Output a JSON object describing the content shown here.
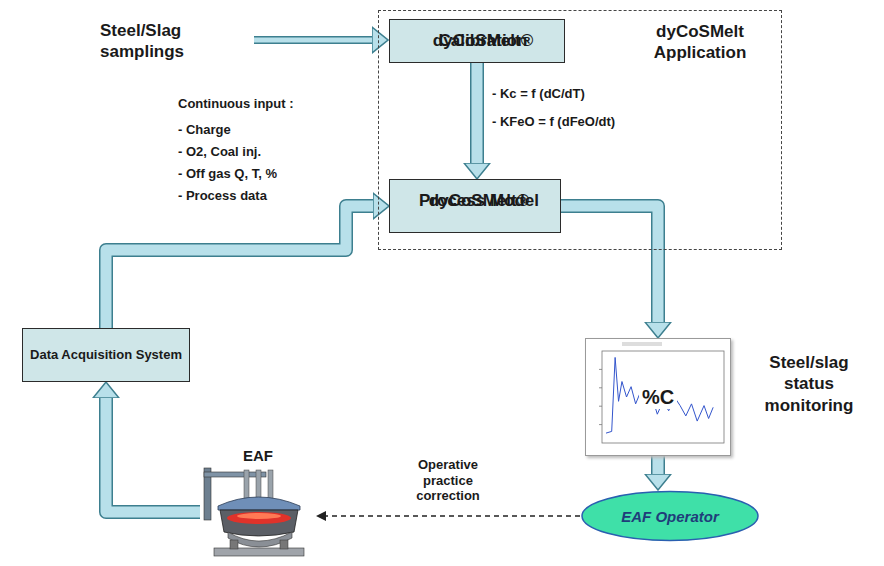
{
  "diagram": {
    "nodes": [
      {
        "text": [
          "dyCoSMelt Application"
        ]
      },
      {
        "text": [
          "dyCoSMelt®",
          "Calibration"
        ],
        "in": 0
      },
      {
        "text": [
          "dyCoSMelt®",
          "Process Model"
        ],
        "in": 0
      },
      {
        "text": [
          "%C"
        ]
      },
      {
        "text": [
          "Data Acquisition System"
        ]
      },
      {
        "text": [
          "EAF Operator"
        ]
      },
      {
        "text": [
          "EAF"
        ]
      }
    ],
    "edges": [
      {
        "from": 1,
        "to": 2,
        "arrow": "to"
      },
      {
        "from": 2,
        "to": 3,
        "arrow": "to"
      },
      {
        "from": 3,
        "to": 5,
        "arrow": "to"
      },
      {
        "from": 5,
        "to": 6,
        "label": "Operative practice correction",
        "arrow": "to"
      },
      {
        "from": 6,
        "to": 4,
        "arrow": "to"
      },
      {
        "from": 4,
        "to": 2,
        "arrow": "to"
      }
    ],
    "labels": [
      "Steel/Slag samplings",
      "- Kc = f (dC/dT)",
      "- KFeO = f (dFeO/dt)",
      "Continuous input :",
      "- Charge",
      "- O2, Coal inj.",
      "- Off gas Q, T, %",
      "- Process data",
      "Steel/slag status monitoring"
    ]
  }
}
